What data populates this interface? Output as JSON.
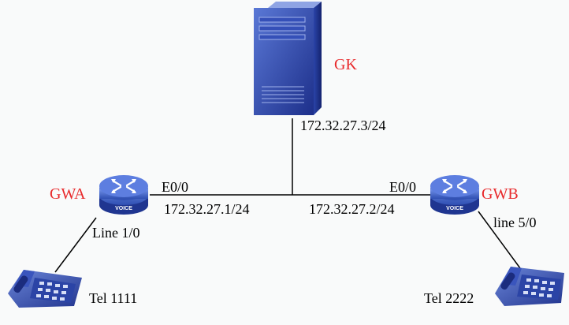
{
  "nodes": {
    "gk": {
      "name": "GK",
      "ip": "172.32.27.3/24"
    },
    "gwa": {
      "name": "GWA",
      "interface": "E0/0",
      "ip": "172.32.27.1/24",
      "line": "Line 1/0",
      "badge": "VOICE"
    },
    "gwb": {
      "name": "GWB",
      "interface": "E0/0",
      "ip": "172.32.27.2/24",
      "line": "line 5/0",
      "badge": "VOICE"
    },
    "tel_a": {
      "label": "Tel 1111"
    },
    "tel_b": {
      "label": "Tel 2222"
    }
  },
  "colors": {
    "gateway_name": "#e8292b",
    "device_blue": "#2f4fb2",
    "line": "#000000"
  }
}
